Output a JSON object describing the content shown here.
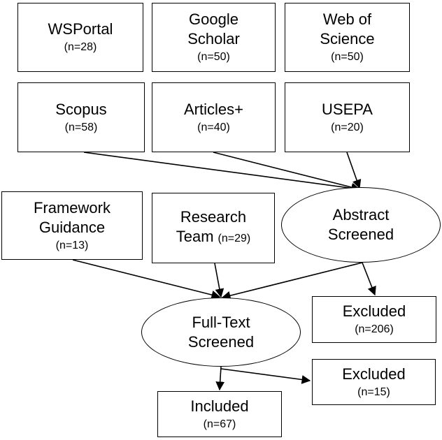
{
  "nodes": {
    "wsportal": {
      "label": "WSPortal",
      "count": "(n=28)"
    },
    "google_scholar": {
      "label": "Google\nScholar",
      "count": "(n=50)"
    },
    "web_of_science": {
      "label": "Web of\nScience",
      "count": "(n=50)"
    },
    "scopus": {
      "label": "Scopus",
      "count": "(n=58)"
    },
    "articles_plus": {
      "label": "Articles+",
      "count": "(n=40)"
    },
    "usepa": {
      "label": "USEPA",
      "count": "(n=20)"
    },
    "framework_guidance": {
      "label": "Framework\nGuidance",
      "count": "(n=13)"
    },
    "research_team": {
      "line1": "Research",
      "line2": "Team",
      "count": "(n=29)"
    },
    "abstract_screened": {
      "label": "Abstract\nScreened"
    },
    "excluded_abstract": {
      "label": "Excluded",
      "count": "(n=206)"
    },
    "full_text_screened": {
      "label": "Full-Text\nScreened"
    },
    "excluded_fulltext": {
      "label": "Excluded",
      "count": "(n=15)"
    },
    "included": {
      "label": "Included",
      "count": "(n=67)"
    }
  }
}
